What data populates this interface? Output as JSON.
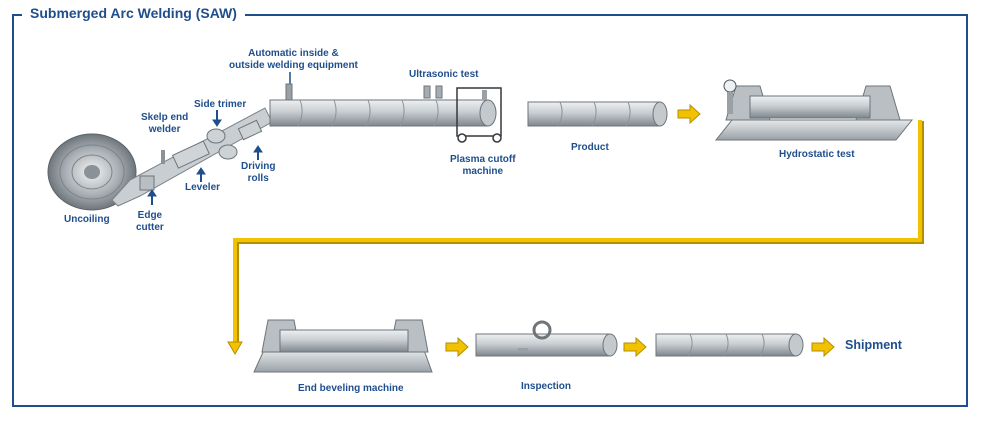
{
  "title": "Submerged Arc Welding (SAW)",
  "labels": {
    "uncoiling": "Uncoiling",
    "edge_cutter": "Edge\ncutter",
    "skelp_end_welder": "Skelp end\nwelder",
    "leveler": "Leveler",
    "side_trimer": "Side trimer",
    "driving_rolls": "Driving\nrolls",
    "auto_welding": "Automatic inside &\noutside welding equipment",
    "ultrasonic_test": "Ultrasonic test",
    "plasma_cutoff": "Plasma cutoff\nmachine",
    "product": "Product",
    "hydrostatic_test": "Hydrostatic test",
    "end_beveling": "End beveling machine",
    "inspection": "Inspection",
    "shipment": "Shipment"
  },
  "colors": {
    "frame": "#1f4e8c",
    "label": "#1f4e8c",
    "flow_arrow": "#f2c200",
    "steel_light": "#d9dde0",
    "steel_dark": "#7a8288"
  }
}
